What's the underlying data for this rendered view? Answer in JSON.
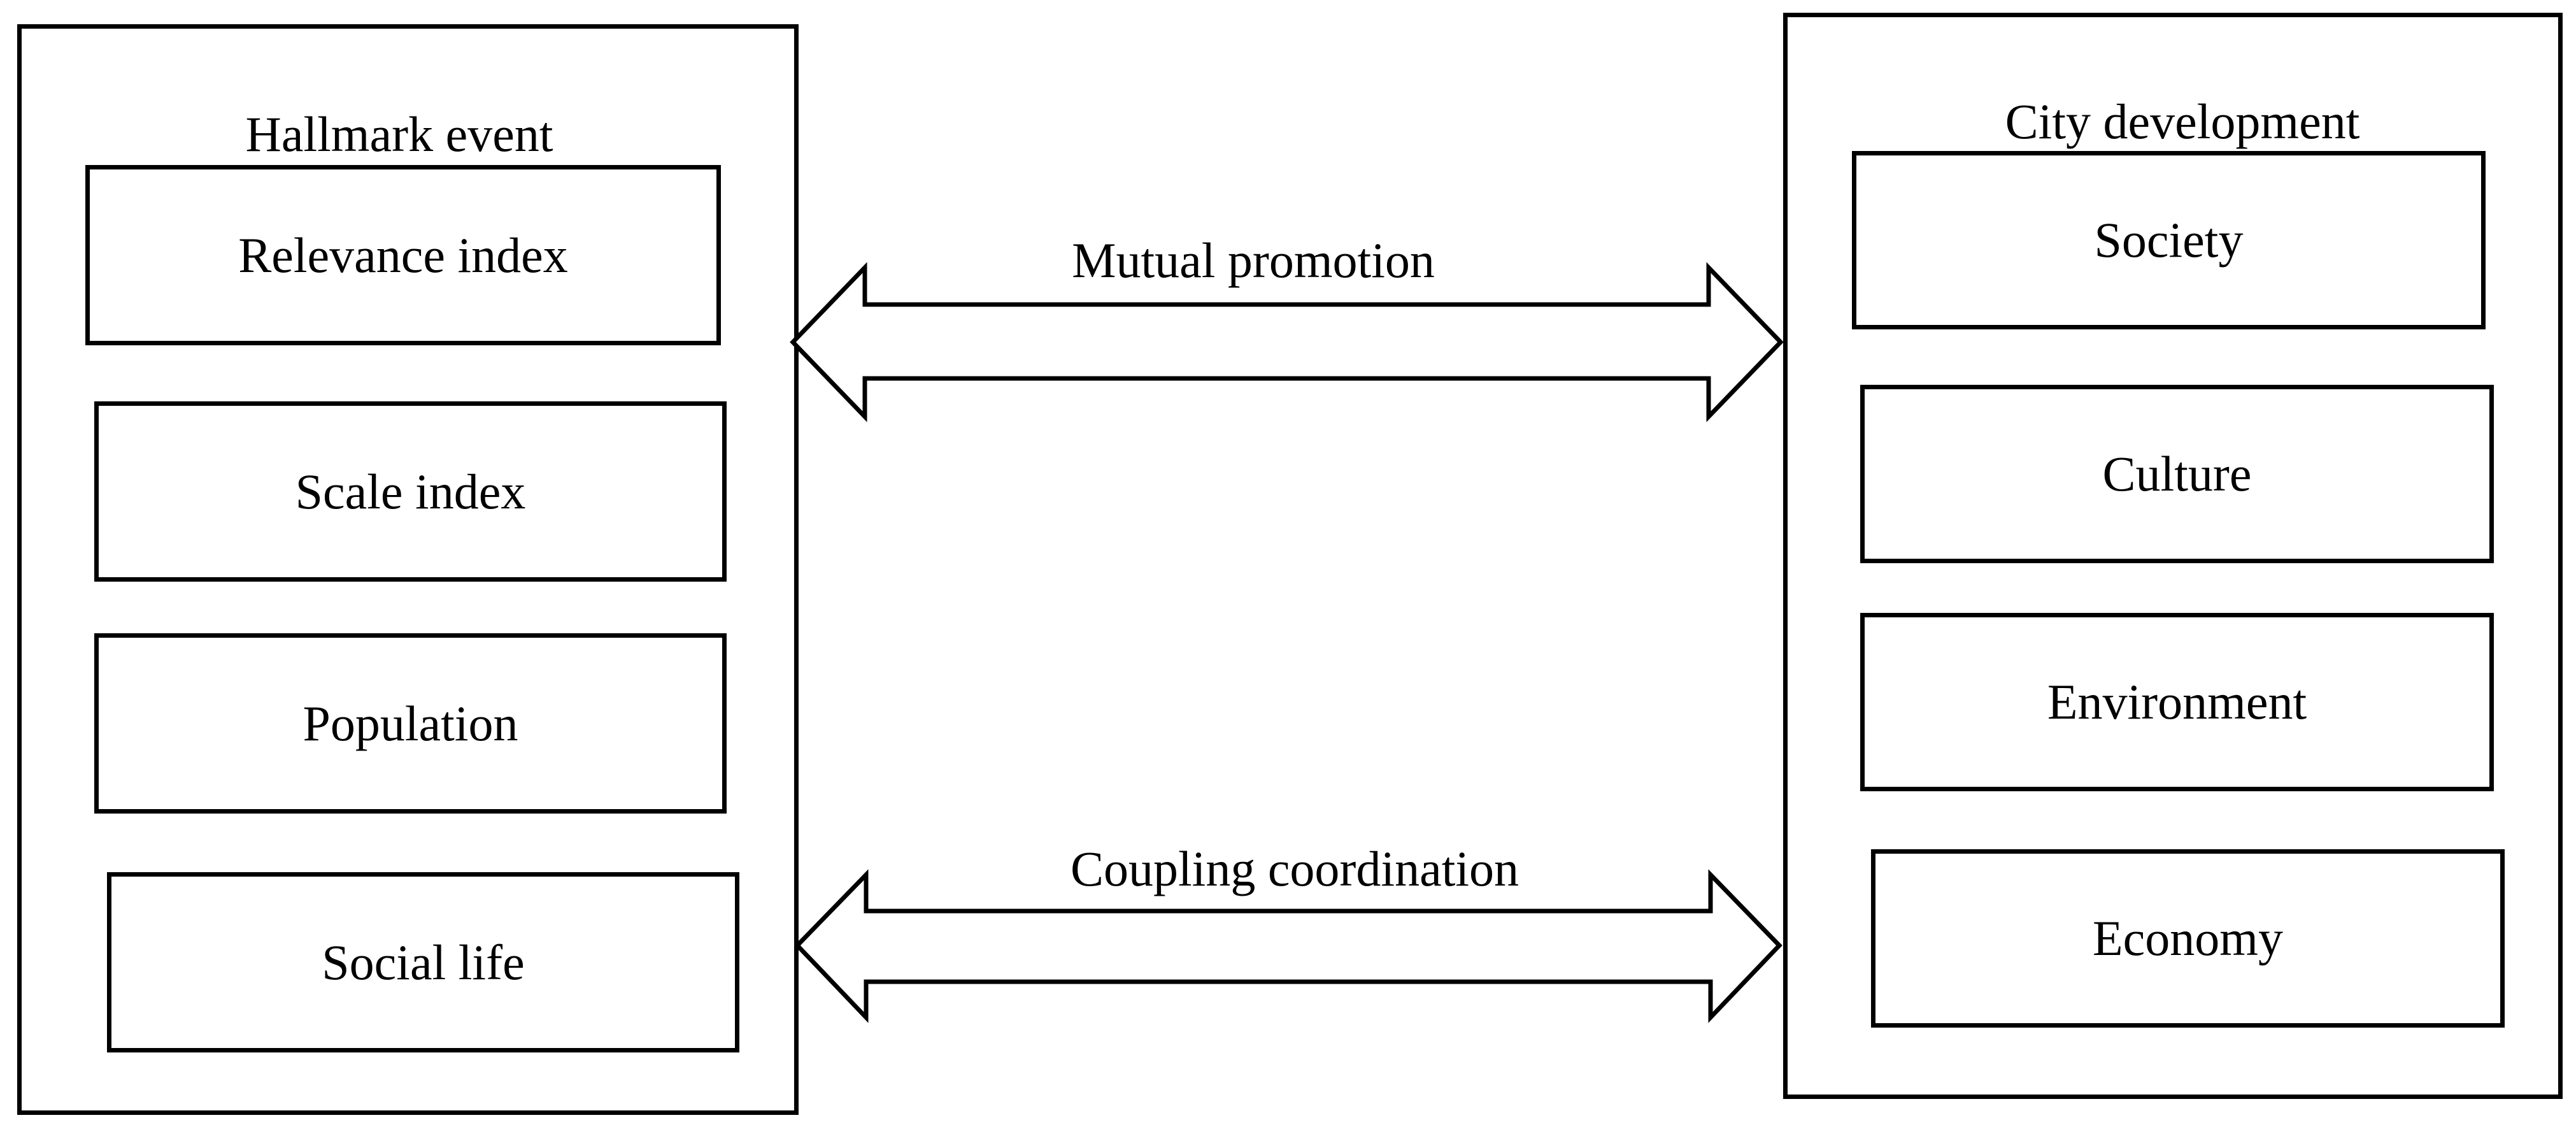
{
  "left_group": {
    "title": "Hallmark event",
    "items": [
      {
        "label": "Relevance index"
      },
      {
        "label": "Scale index"
      },
      {
        "label": "Population"
      },
      {
        "label": "Social life"
      }
    ]
  },
  "right_group": {
    "title": "City development",
    "items": [
      {
        "label": "Society"
      },
      {
        "label": "Culture"
      },
      {
        "label": "Environment"
      },
      {
        "label": "Economy"
      }
    ]
  },
  "connections": [
    {
      "label": "Mutual promotion",
      "direction": "bidirectional"
    },
    {
      "label": "Coupling coordination",
      "direction": "bidirectional"
    }
  ],
  "colors": {
    "stroke": "#000000",
    "fill": "#ffffff"
  }
}
